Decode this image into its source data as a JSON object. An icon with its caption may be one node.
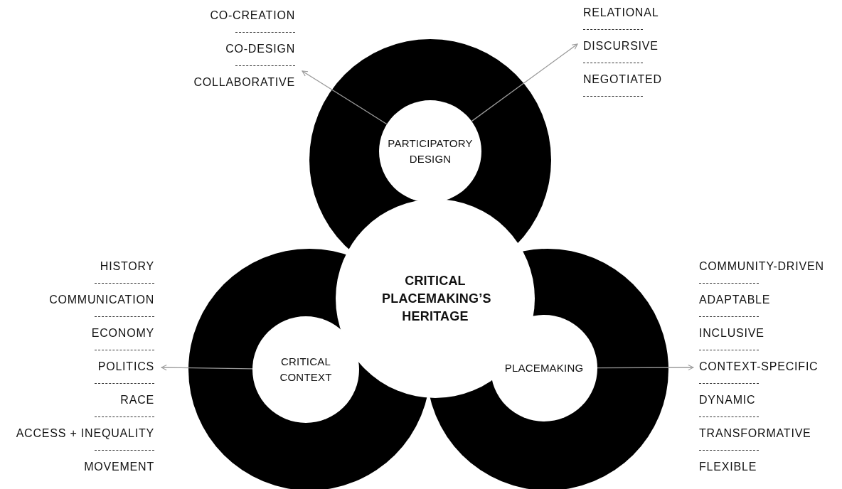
{
  "diagram": {
    "nodes": [
      {
        "text": [
          "CRITICAL PLACEMAKING’S HERITAGE"
        ]
      },
      {
        "text": [
          "PARTICIPATORY DESIGN"
        ]
      },
      {
        "text": [
          "CRITICAL CONTEXT"
        ]
      },
      {
        "text": [
          "PLACEMAKING"
        ]
      },
      {
        "text": [
          "CO-CREATION",
          "CO-DESIGN",
          "COLLABORATIVE"
        ]
      },
      {
        "text": [
          "RELATIONAL",
          "DISCURSIVE",
          "NEGOTIATED"
        ]
      },
      {
        "text": [
          "HISTORY",
          "COMMUNICATION",
          "ECONOMY",
          "POLITICS",
          "RACE",
          "ACCESS + INEQUALITY",
          "MOVEMENT"
        ]
      },
      {
        "text": [
          "COMMUNITY-DRIVEN",
          "ADAPTABLE",
          "INCLUSIVE",
          "CONTEXT-SPECIFIC",
          "DYNAMIC",
          "TRANSFORMATIVE",
          "FLEXIBLE"
        ]
      }
    ],
    "edges": [
      {
        "from": 1,
        "to": 4,
        "arrow": "to"
      },
      {
        "from": 1,
        "to": 5,
        "arrow": "to"
      },
      {
        "from": 2,
        "to": 6,
        "arrow": "to"
      },
      {
        "from": 3,
        "to": 7,
        "arrow": "to"
      }
    ]
  }
}
